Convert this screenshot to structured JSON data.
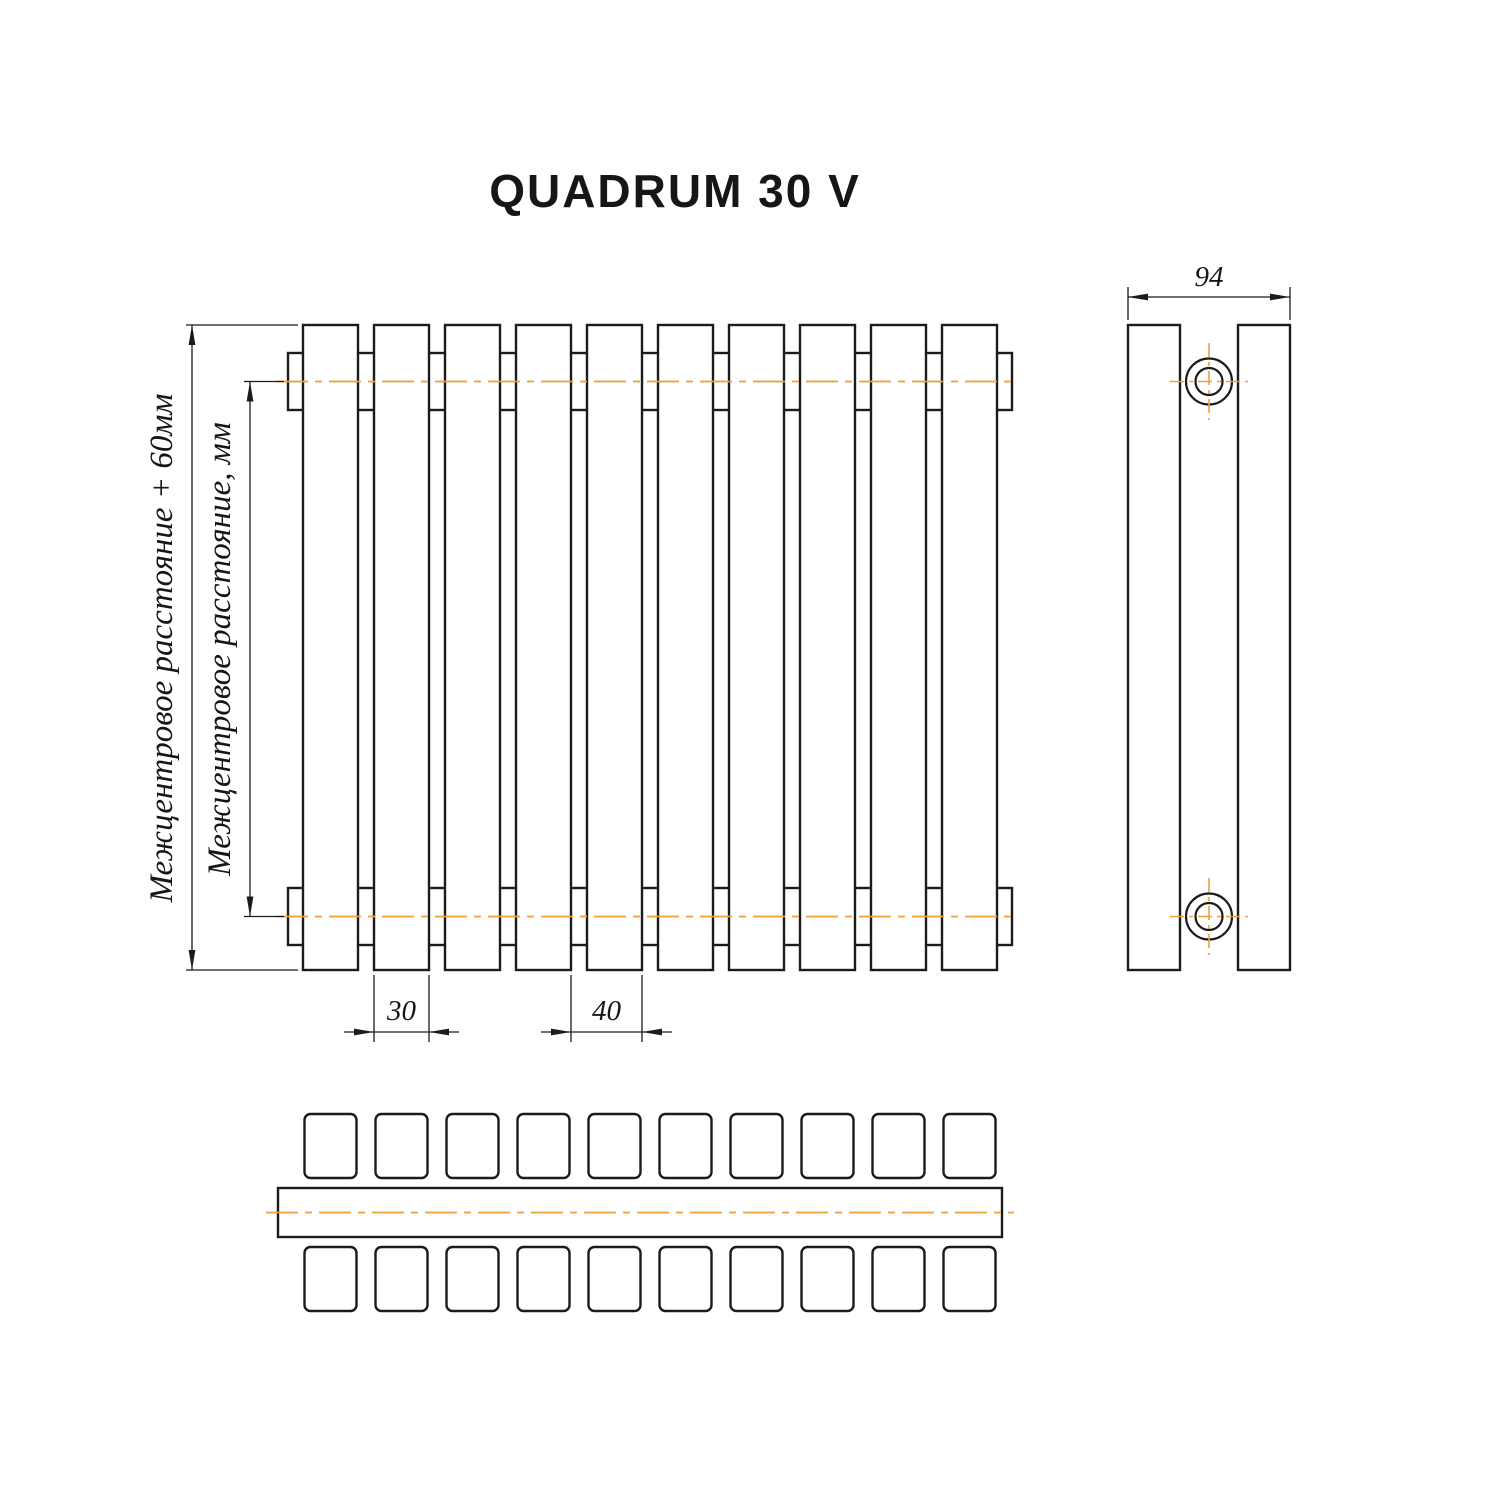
{
  "title": "QUADRUM 30 V",
  "colors": {
    "line": "#1b1b1b",
    "centerline": "#ee9f3a",
    "background": "#ffffff"
  },
  "front_view": {
    "sections_count": 10,
    "dim_height_label": "Межцентровое расстояние + 60мм",
    "dim_center_label": "Межцентровое расстояние, мм",
    "dim_section_width": "30",
    "dim_section_pitch": "40"
  },
  "side_view": {
    "dim_depth": "94"
  },
  "bottom_view": {
    "sections_count": 10
  }
}
